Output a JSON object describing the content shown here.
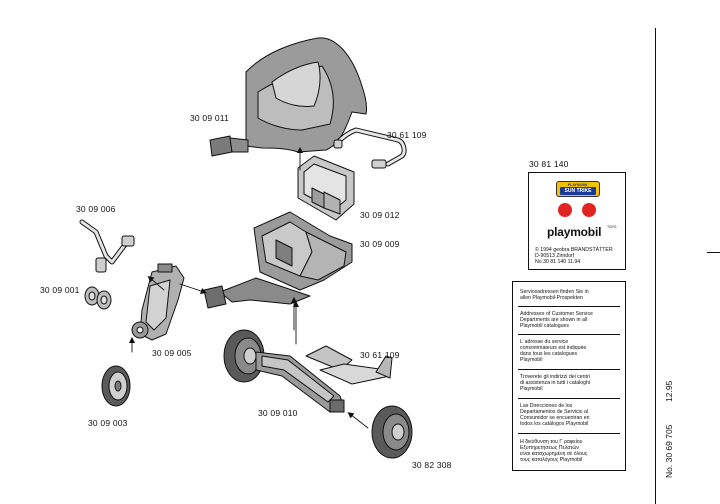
{
  "part_numbers": {
    "hood": "30 09 011",
    "rail": "30 61 109",
    "back_plate": "30 09 012",
    "seat": "30 09 009",
    "handlebar": "30 09 006",
    "lights": "30 09 001",
    "fork": "30 09 005",
    "front_wheel": "30 09 003",
    "rear_axle_holder": "30 61 109",
    "axle": "30 09 010",
    "rear_wheel": "30 82 308"
  },
  "sticker_number": "30 81 140",
  "sticker": {
    "badge_top": "PLAYMOBIL",
    "badge_main": "SUN TRIKE",
    "dot_color": "#e32222"
  },
  "brand": "playmobil",
  "brand_sub": "TOYS",
  "copyright_lines": [
    "© 1994 geobra BRANDSTÄTTER",
    "D-90513 Zirndorf",
    "No.30 81 140   11.94"
  ],
  "service_notes": [
    [
      "Serviceadressen finden Sie in",
      "allen Playmobil-Prospekten"
    ],
    [
      "Addresses of Customer Service",
      "Departments are shown in all",
      "Playmobil catalogues"
    ],
    [
      "L´adresse du service",
      "consommateurs est indiquée",
      "dans tous les catalogues",
      "Playmobil"
    ],
    [
      "Troverete gli indirizzi dei centri",
      "di assistenza in tutti i cataloghi",
      "Playmobil"
    ],
    [
      "Las Direcciones de los",
      "Departamentos de Servicio al",
      "Consumidor se encuentran en",
      "todos los catálogos Playmobil"
    ],
    [
      "Η διεύθυνση του Γ´ραφείου",
      "Εξυπηρετήσεως Πελατών",
      "είναι καταχωρημένη σε όλους",
      "τους καταλόγους Playmobil"
    ]
  ],
  "doc_number": "No. 30 69 705",
  "doc_date": "12.95"
}
